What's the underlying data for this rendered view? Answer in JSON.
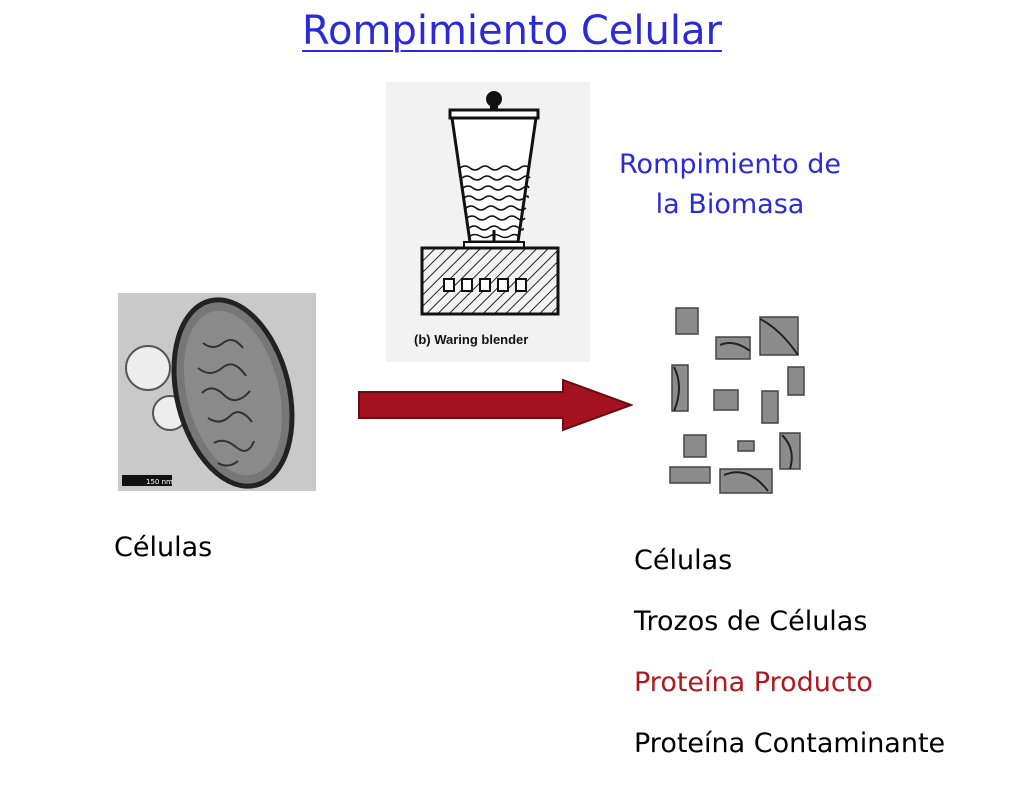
{
  "slide": {
    "title": "Rompimiento Celular",
    "subtitle_lines": [
      "Rompimiento de",
      "la Biomasa"
    ],
    "left_label": "Células",
    "blender_caption": "(b)  Waring blender",
    "scale_bar_label": "150 nm",
    "result_items": [
      {
        "text": "Células",
        "color": "#000000"
      },
      {
        "text": "Trozos de Células",
        "color": "#000000"
      },
      {
        "text": "Proteína Producto",
        "color": "#b0181e"
      },
      {
        "text": "Proteína Contaminante",
        "color": "#000000"
      }
    ],
    "colors": {
      "title": "#2a2ad6",
      "arrow": "#a3121e",
      "highlight": "#b0181e"
    }
  }
}
